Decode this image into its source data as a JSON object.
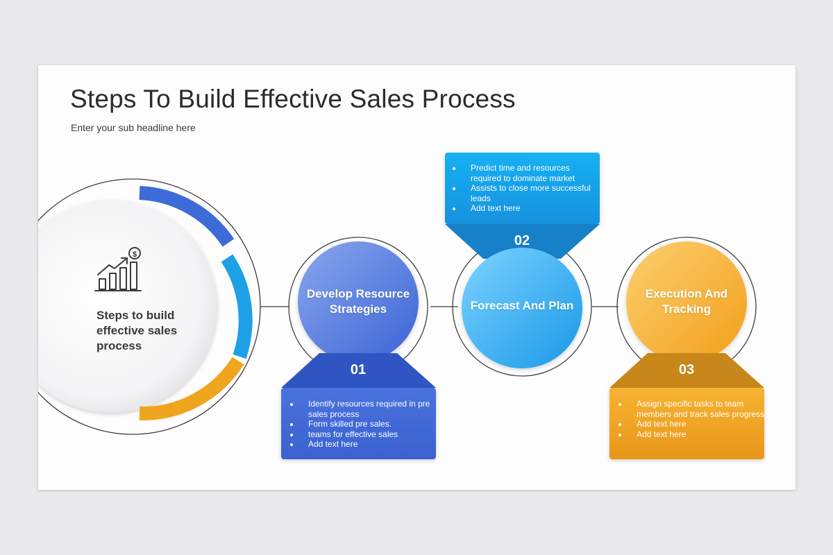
{
  "title": "Steps To Build Effective Sales Process",
  "subtitle": "Enter your sub headline here",
  "hub": {
    "text": "Steps to build effective sales process",
    "icon": "growth-chart-dollar-icon"
  },
  "colors": {
    "blue": "#3f6fd8",
    "sky": "#1ea3ea",
    "orange": "#f3a623",
    "line": "#3c3c3c"
  },
  "steps": [
    {
      "number": "01",
      "label": "Develop Resource Strategies",
      "bullets": [
        "Identify resources required in pre sales process",
        "Form skilled pre sales.",
        "teams for effective sales",
        "Add text here"
      ]
    },
    {
      "number": "02",
      "label": "Forecast And Plan",
      "bullets": [
        "Predict time and resources required to dominate market",
        "Assists to close more successful leads",
        "Add text here"
      ]
    },
    {
      "number": "03",
      "label": "Execution And Tracking",
      "bullets": [
        "Assign specific tasks to team members and track sales progress",
        "Add text here",
        "Add text here"
      ]
    }
  ]
}
